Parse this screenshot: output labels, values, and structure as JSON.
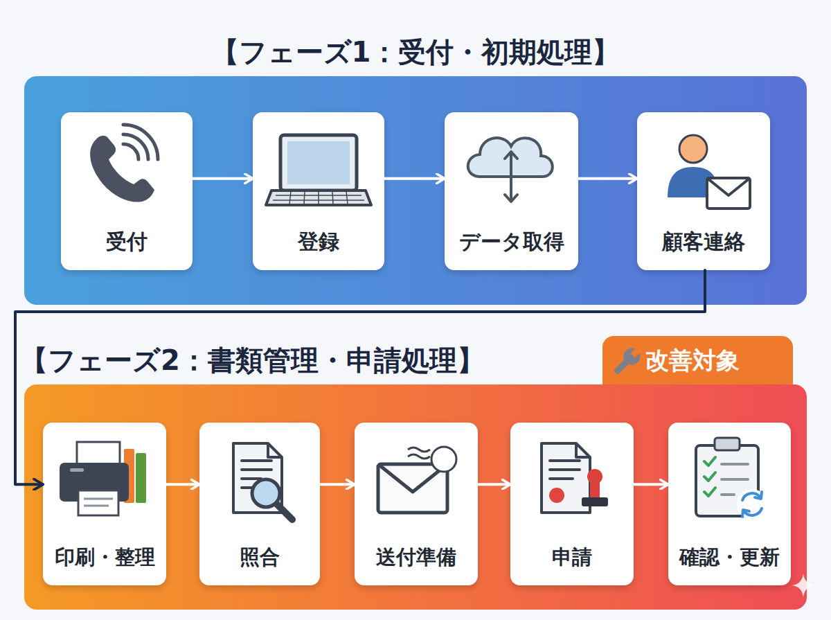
{
  "diagram": {
    "nodes": [
      {
        "text": [
          "【フェーズ1：受付・初期処理】"
        ]
      },
      {
        "text": [
          "受付"
        ],
        "in": 0
      },
      {
        "text": [
          "登録"
        ],
        "in": 0
      },
      {
        "text": [
          "データ取得"
        ],
        "in": 0
      },
      {
        "text": [
          "顧客連絡"
        ],
        "in": 0
      },
      {
        "text": [
          "【フェーズ2：書類管理・申請処理】"
        ]
      },
      {
        "text": [
          "改善対象"
        ]
      },
      {
        "text": [
          "印刷・整理"
        ],
        "in": 5
      },
      {
        "text": [
          "照合"
        ],
        "in": 5
      },
      {
        "text": [
          "送付準備"
        ],
        "in": 5
      },
      {
        "text": [
          "申請"
        ],
        "in": 5
      },
      {
        "text": [
          "確認・更新"
        ],
        "in": 5
      }
    ],
    "edges": [
      {
        "from": 1,
        "to": 2,
        "arrow": "to"
      },
      {
        "from": 2,
        "to": 3,
        "arrow": "to"
      },
      {
        "from": 3,
        "to": 4,
        "arrow": "to"
      },
      {
        "from": 4,
        "to": 7,
        "arrow": "to"
      },
      {
        "from": 7,
        "to": 8,
        "arrow": "to"
      },
      {
        "from": 8,
        "to": 9,
        "arrow": "to"
      },
      {
        "from": 9,
        "to": 10,
        "arrow": "to"
      },
      {
        "from": 10,
        "to": 11,
        "arrow": "to"
      }
    ]
  }
}
